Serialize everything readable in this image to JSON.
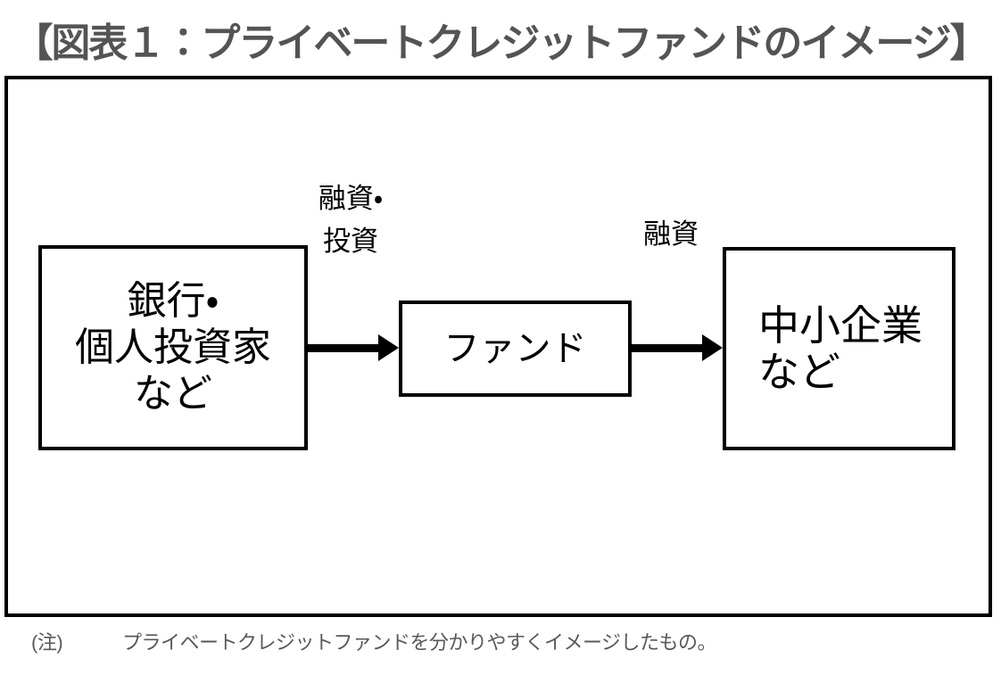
{
  "title": "【図表１：プライベートクレジットファンドのイメージ】",
  "diagram": {
    "nodes": [
      {
        "id": "investors",
        "label": "銀行・\n個人投資家\nなど"
      },
      {
        "id": "fund",
        "label": "ファンド"
      },
      {
        "id": "smes",
        "label": "中小企業\nなど"
      }
    ],
    "edges": [
      {
        "from": "investors",
        "to": "fund",
        "label": "融資・\n投資"
      },
      {
        "from": "fund",
        "to": "smes",
        "label": "融資"
      }
    ]
  },
  "note": {
    "marker": "(注)",
    "text": "プライベートクレジットファンドを分かりやすくイメージしたもの。"
  },
  "colors": {
    "title_text": "#545454",
    "note_text": "#595959",
    "diagram_line": "#000000",
    "background": "#ffffff"
  }
}
